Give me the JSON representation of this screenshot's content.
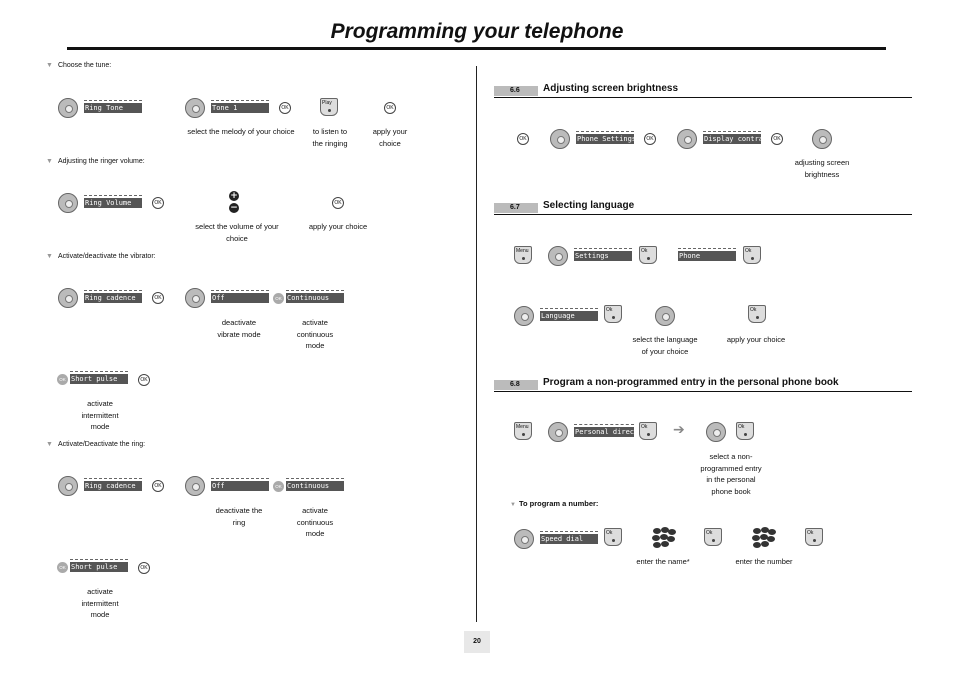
{
  "title": "Programming your telephone",
  "page_number": "20",
  "left": {
    "step1": "Choose the tune:",
    "step2": "Adjusting the ringer volume:",
    "step3": "Activate/deactivate the vibrator:",
    "step4": "Activate/Deactivate the ring:",
    "screens": {
      "ring_tone": "Ring Tone",
      "tone_1": "Tone 1",
      "ring_volume": "Ring Volume",
      "ring_cadence": "Ring cadence",
      "off": "Off",
      "continuous": "Continuous",
      "short_pulse": "Short pulse"
    },
    "keys": {
      "ok": "OK",
      "play": "Play"
    },
    "captions": {
      "select_melody": "select the melody of your choice",
      "listen_1": "to listen to",
      "listen_2": "the ringing",
      "apply_1": "apply your",
      "apply_2": "choice",
      "volume_1": "select the volume of your",
      "volume_2": "choice",
      "apply_choice": "apply your choice",
      "deact_vib_1": "deactivate",
      "deact_vib_2": "vibrate mode",
      "act_1": "activate",
      "act_2": "continuous",
      "act_3": "mode",
      "inter_1": "activate",
      "inter_2": "intermittent",
      "inter_3": "mode",
      "deact_ring_1": "deactivate the",
      "deact_ring_2": "ring"
    }
  },
  "right": {
    "sec66": {
      "num": "6.6",
      "title": "Adjusting screen brightness"
    },
    "sec67": {
      "num": "6.7",
      "title": "Selecting language"
    },
    "sec68": {
      "num": "6.8",
      "title": "Program a non-programmed entry in the personal phone book"
    },
    "screens": {
      "phone_settings": "Phone Settings",
      "display_contrast": "Display contrast",
      "settings": "Settings",
      "phone": "Phone",
      "language": "Language",
      "personal_directory": "Personal director",
      "speed_dial": "Speed dial"
    },
    "keys": {
      "ok": "OK",
      "ok_soft": "Ok",
      "menu": "Menu"
    },
    "captions": {
      "bright_1": "adjusting screen",
      "bright_2": "brightness",
      "lang_1": "select the language",
      "lang_2": "of your choice",
      "apply_choice": "apply your choice",
      "nonprog_1": "select a non-",
      "nonprog_2": "programmed entry",
      "nonprog_3": "in the personal",
      "nonprog_4": "phone book",
      "to_program": "To program a number:",
      "enter_name": "enter the name*",
      "enter_number": "enter the number"
    }
  }
}
